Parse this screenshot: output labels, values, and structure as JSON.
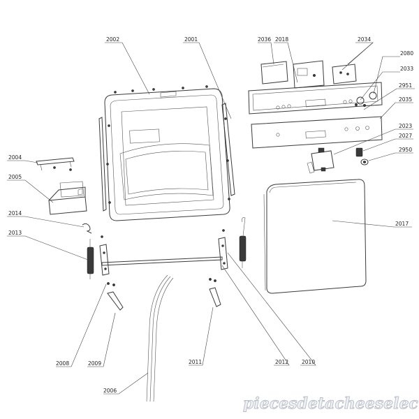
{
  "callouts": {
    "p2002": "2002",
    "p2001": "2001",
    "p2036": "2036",
    "p2018": "2018",
    "p2034": "2034",
    "p2080": "2080",
    "p2033": "2033",
    "p2951": "2951",
    "p2035": "2035",
    "p2023": "2023",
    "p2027": "2027",
    "p2950": "2950",
    "p2004": "2004",
    "p2005": "2005",
    "p2014": "2014",
    "p2013": "2013",
    "p2017": "2017",
    "p2008": "2008",
    "p2009": "2009",
    "p2011": "2011",
    "p2012": "2012",
    "p2010": "2010",
    "p2006": "2006"
  },
  "watermark": "piecesdetacheeselec.com"
}
